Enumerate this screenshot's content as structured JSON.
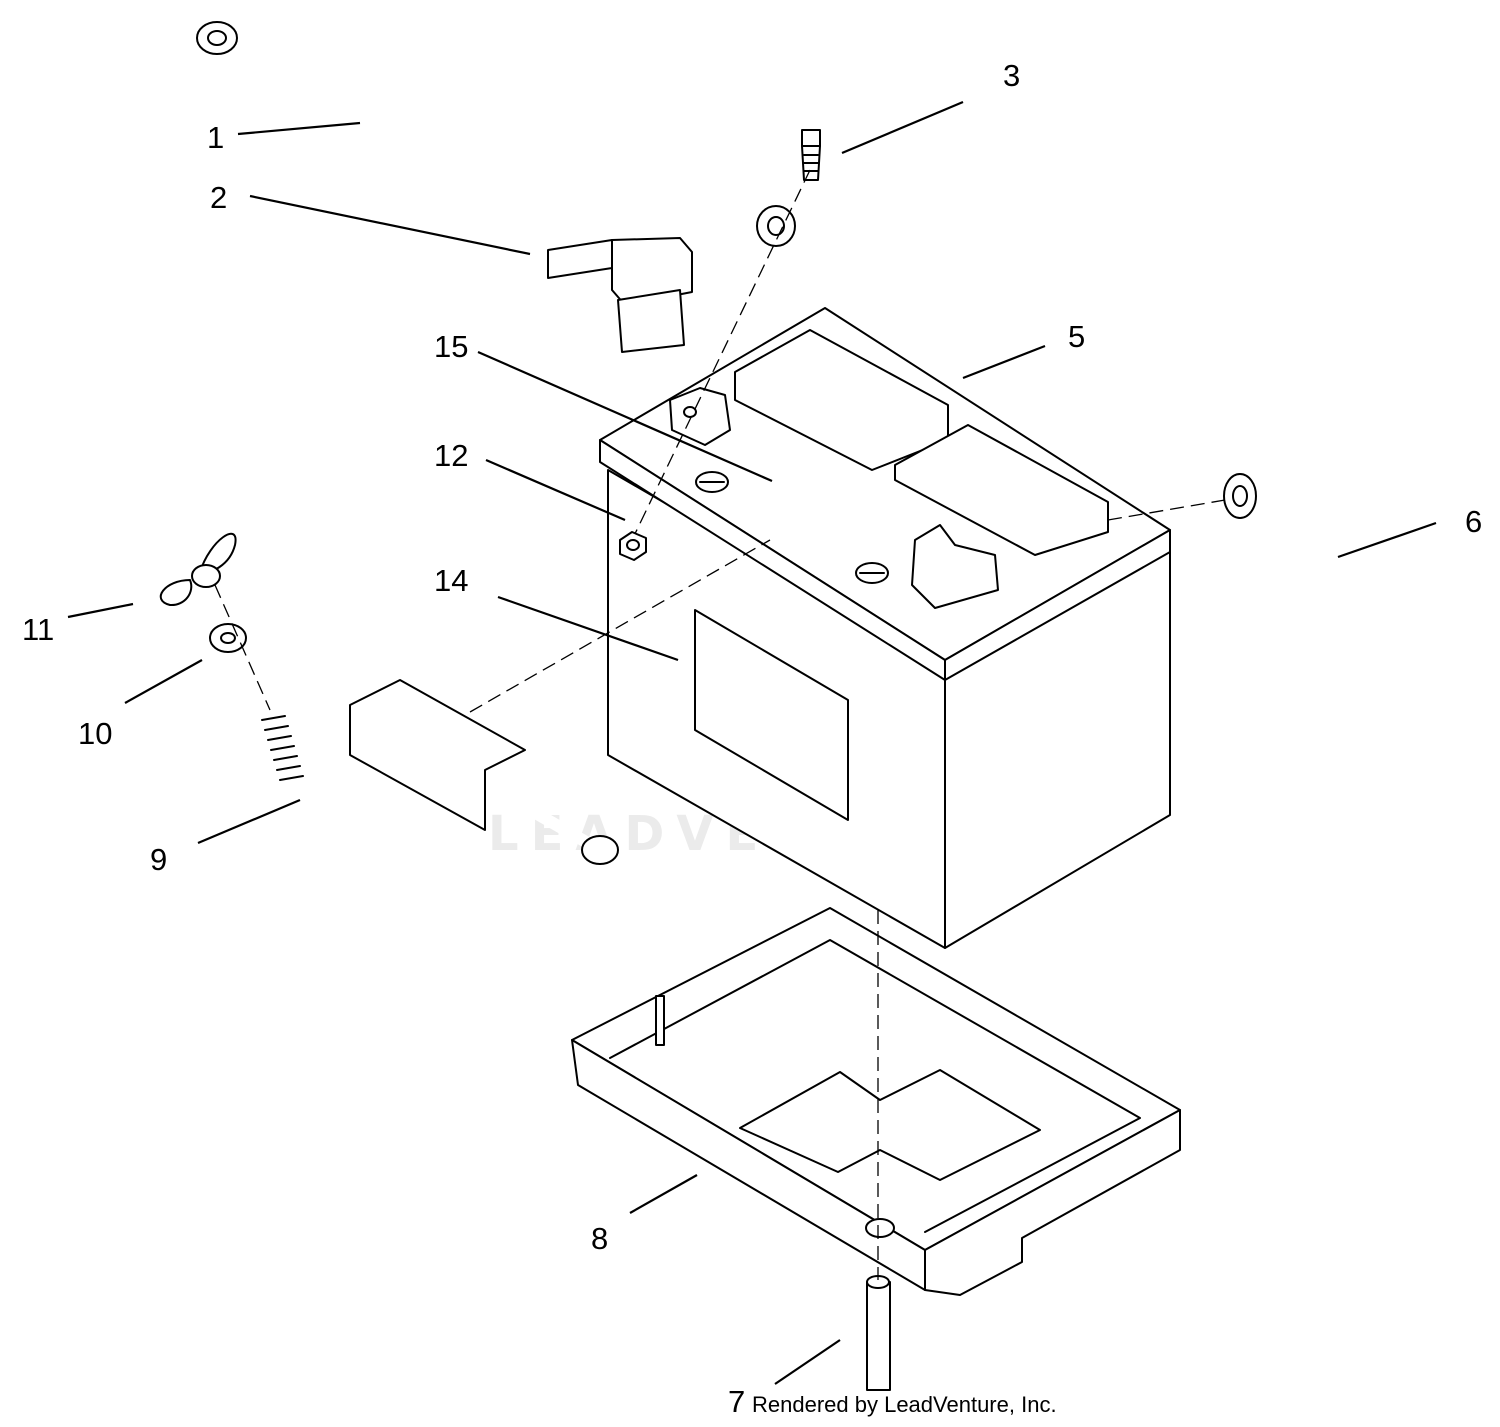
{
  "diagram": {
    "callouts": [
      {
        "id": "1",
        "label": "1"
      },
      {
        "id": "2",
        "label": "2"
      },
      {
        "id": "3",
        "label": "3"
      },
      {
        "id": "5",
        "label": "5"
      },
      {
        "id": "6",
        "label": "6"
      },
      {
        "id": "7",
        "label": "7"
      },
      {
        "id": "8",
        "label": "8"
      },
      {
        "id": "9",
        "label": "9"
      },
      {
        "id": "10",
        "label": "10"
      },
      {
        "id": "11",
        "label": "11"
      },
      {
        "id": "12",
        "label": "12"
      },
      {
        "id": "14",
        "label": "14"
      },
      {
        "id": "15",
        "label": "15"
      }
    ],
    "watermark": "LEADVENTURE",
    "credit": "Rendered by LeadVenture, Inc."
  }
}
